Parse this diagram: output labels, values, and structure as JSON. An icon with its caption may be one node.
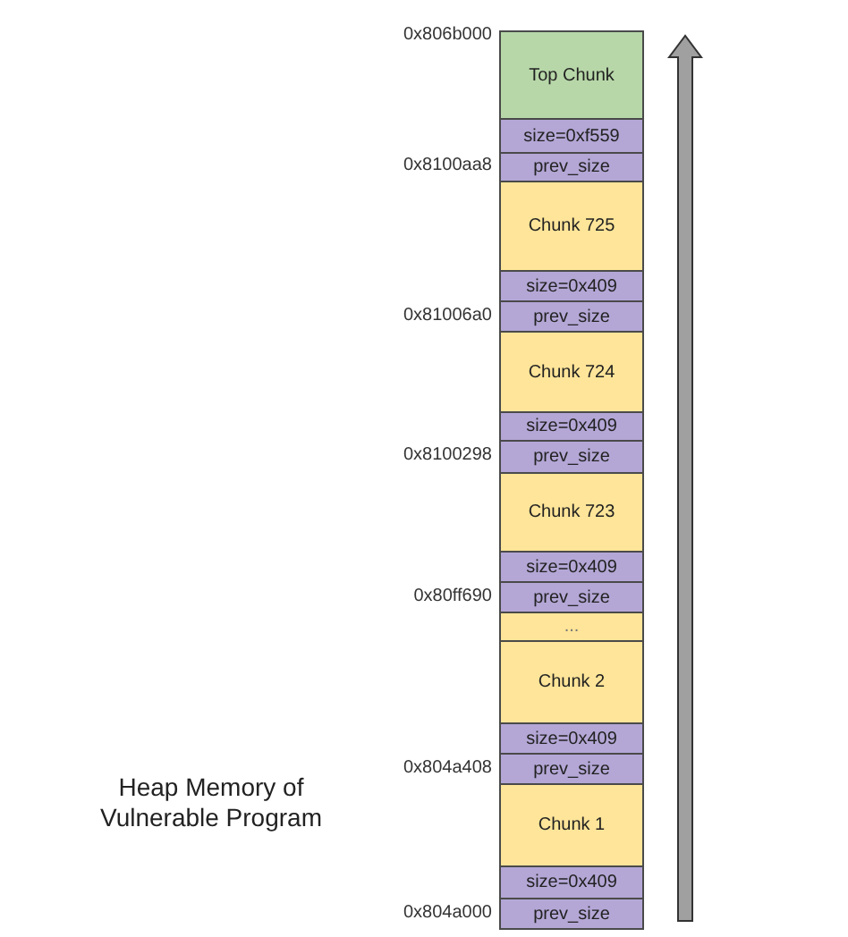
{
  "diagram": {
    "caption": "Heap Memory of Vulnerable Program",
    "nodes": [
      {
        "text": [
          "Top Chunk"
        ],
        "beside": [
          "0x806b000"
        ]
      },
      {
        "text": [
          "size=0xf559"
        ]
      },
      {
        "text": [
          "prev_size"
        ],
        "beside": [
          "0x8100aa8"
        ]
      },
      {
        "text": [
          "Chunk 725"
        ]
      },
      {
        "text": [
          "size=0x409"
        ]
      },
      {
        "text": [
          "prev_size"
        ],
        "beside": [
          "0x81006a0"
        ]
      },
      {
        "text": [
          "Chunk 724"
        ]
      },
      {
        "text": [
          "size=0x409"
        ]
      },
      {
        "text": [
          "prev_size"
        ],
        "beside": [
          "0x8100298"
        ]
      },
      {
        "text": [
          "Chunk 723"
        ]
      },
      {
        "text": [
          "size=0x409"
        ]
      },
      {
        "text": [
          "prev_size"
        ],
        "beside": [
          "0x80ff690"
        ]
      },
      {
        "text": [
          "..."
        ]
      },
      {
        "text": [
          "Chunk 2"
        ]
      },
      {
        "text": [
          "size=0x409"
        ]
      },
      {
        "text": [
          "prev_size"
        ],
        "beside": [
          "0x804a408"
        ]
      },
      {
        "text": [
          "Chunk 1"
        ]
      },
      {
        "text": [
          "size=0x409"
        ]
      },
      {
        "text": [
          "prev_size"
        ],
        "beside": [
          "0x804a000"
        ]
      }
    ]
  }
}
